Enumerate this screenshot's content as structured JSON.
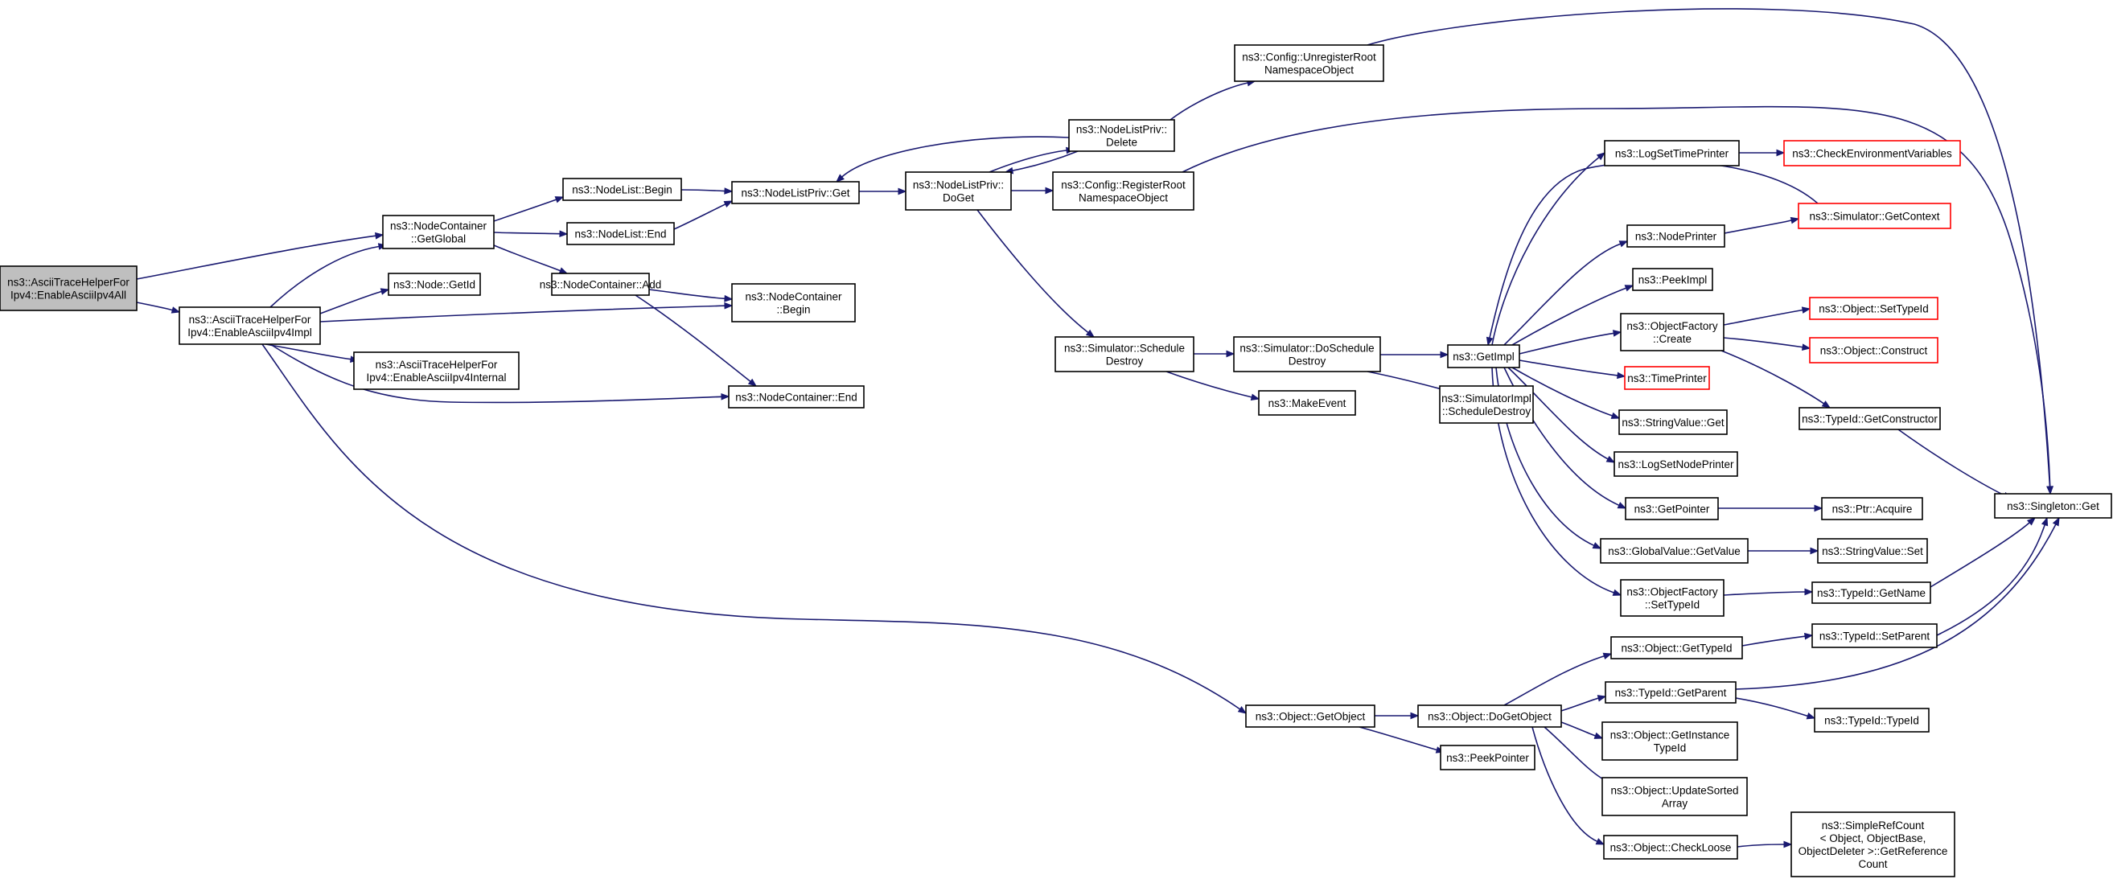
{
  "graph": {
    "colors": {
      "edge": "#191970",
      "root_fill": "#bfbfbf",
      "node_border": "#000000",
      "truncated_border": "#ff0000"
    },
    "nodes": [
      {
        "id": "root",
        "lines": [
          "ns3::AsciiTraceHelperFor",
          "Ipv4::EnableAsciiIpv4All"
        ],
        "kind": "root"
      },
      {
        "id": "impl",
        "lines": [
          "ns3::AsciiTraceHelperFor",
          "Ipv4::EnableAsciiIpv4Impl"
        ]
      },
      {
        "id": "ncglob",
        "lines": [
          "ns3::NodeContainer",
          "::GetGlobal"
        ]
      },
      {
        "id": "nodeid",
        "lines": [
          "ns3::Node::GetId"
        ]
      },
      {
        "id": "internal",
        "lines": [
          "ns3::AsciiTraceHelperFor",
          "Ipv4::EnableAsciiIpv4Internal"
        ]
      },
      {
        "id": "nlbegin",
        "lines": [
          "ns3::NodeList::Begin"
        ]
      },
      {
        "id": "nlend",
        "lines": [
          "ns3::NodeList::End"
        ]
      },
      {
        "id": "ncadd",
        "lines": [
          "ns3::NodeContainer::Add"
        ]
      },
      {
        "id": "ncbegin",
        "lines": [
          "ns3::NodeContainer",
          "::Begin"
        ]
      },
      {
        "id": "ncend",
        "lines": [
          "ns3::NodeContainer::End"
        ]
      },
      {
        "id": "nlpget",
        "lines": [
          "ns3::NodeListPriv::Get"
        ]
      },
      {
        "id": "nlpdoget",
        "lines": [
          "ns3::NodeListPriv::",
          "DoGet"
        ]
      },
      {
        "id": "nlpdel",
        "lines": [
          "ns3::NodeListPriv::",
          "Delete"
        ]
      },
      {
        "id": "cfgunreg",
        "lines": [
          "ns3::Config::UnregisterRoot",
          "NamespaceObject"
        ]
      },
      {
        "id": "cfgreg",
        "lines": [
          "ns3::Config::RegisterRoot",
          "NamespaceObject"
        ]
      },
      {
        "id": "simsched",
        "lines": [
          "ns3::Simulator::Schedule",
          "Destroy"
        ]
      },
      {
        "id": "simdosched",
        "lines": [
          "ns3::Simulator::DoSchedule",
          "Destroy"
        ]
      },
      {
        "id": "makeevent",
        "lines": [
          "ns3::MakeEvent"
        ]
      },
      {
        "id": "getimpl",
        "lines": [
          "ns3::GetImpl"
        ]
      },
      {
        "id": "simimplsched",
        "lines": [
          "ns3::SimulatorImpl",
          "::ScheduleDestroy"
        ]
      },
      {
        "id": "logsettime",
        "lines": [
          "ns3::LogSetTimePrinter"
        ]
      },
      {
        "id": "checkenv",
        "lines": [
          "ns3::CheckEnvironmentVariables"
        ],
        "kind": "trunc"
      },
      {
        "id": "simctx",
        "lines": [
          "ns3::Simulator::GetContext"
        ],
        "kind": "trunc"
      },
      {
        "id": "nodeprinter",
        "lines": [
          "ns3::NodePrinter"
        ]
      },
      {
        "id": "peekimpl",
        "lines": [
          "ns3::PeekImpl"
        ]
      },
      {
        "id": "objfcreate",
        "lines": [
          "ns3::ObjectFactory",
          "::Create"
        ]
      },
      {
        "id": "objsettype",
        "lines": [
          "ns3::Object::SetTypeId"
        ],
        "kind": "trunc"
      },
      {
        "id": "objconstruct",
        "lines": [
          "ns3::Object::Construct"
        ],
        "kind": "trunc"
      },
      {
        "id": "timeprinter",
        "lines": [
          "ns3::TimePrinter"
        ],
        "kind": "trunc"
      },
      {
        "id": "strvalget",
        "lines": [
          "ns3::StringValue::Get"
        ]
      },
      {
        "id": "logsetnode",
        "lines": [
          "ns3::LogSetNodePrinter"
        ]
      },
      {
        "id": "getpointer",
        "lines": [
          "ns3::GetPointer"
        ]
      },
      {
        "id": "ptracq",
        "lines": [
          "ns3::Ptr::Acquire"
        ]
      },
      {
        "id": "gvgetval",
        "lines": [
          "ns3::GlobalValue::GetValue"
        ]
      },
      {
        "id": "strvalset",
        "lines": [
          "ns3::StringValue::Set"
        ]
      },
      {
        "id": "objfsettype",
        "lines": [
          "ns3::ObjectFactory",
          "::SetTypeId"
        ]
      },
      {
        "id": "tidgetctor",
        "lines": [
          "ns3::TypeId::GetConstructor"
        ]
      },
      {
        "id": "tidgetname",
        "lines": [
          "ns3::TypeId::GetName"
        ]
      },
      {
        "id": "singleton",
        "lines": [
          "ns3::Singleton::Get"
        ]
      },
      {
        "id": "objgettype",
        "lines": [
          "ns3::Object::GetTypeId"
        ]
      },
      {
        "id": "tidsetparent",
        "lines": [
          "ns3::TypeId::SetParent"
        ]
      },
      {
        "id": "objgetobj",
        "lines": [
          "ns3::Object::GetObject"
        ]
      },
      {
        "id": "objdogetobj",
        "lines": [
          "ns3::Object::DoGetObject"
        ]
      },
      {
        "id": "tidgetparent",
        "lines": [
          "ns3::TypeId::GetParent"
        ]
      },
      {
        "id": "tidtypeid",
        "lines": [
          "ns3::TypeId::TypeId"
        ]
      },
      {
        "id": "objgetinst",
        "lines": [
          "ns3::Object::GetInstance",
          "TypeId"
        ]
      },
      {
        "id": "peekpointer",
        "lines": [
          "ns3::PeekPointer"
        ]
      },
      {
        "id": "objupdsorted",
        "lines": [
          "ns3::Object::UpdateSorted",
          "Array"
        ]
      },
      {
        "id": "objcheckloose",
        "lines": [
          "ns3::Object::CheckLoose"
        ]
      },
      {
        "id": "simplerefcount",
        "lines": [
          "ns3::SimpleRefCount",
          "< Object, ObjectBase,",
          "ObjectDeleter >::GetReference",
          "Count"
        ]
      }
    ]
  }
}
